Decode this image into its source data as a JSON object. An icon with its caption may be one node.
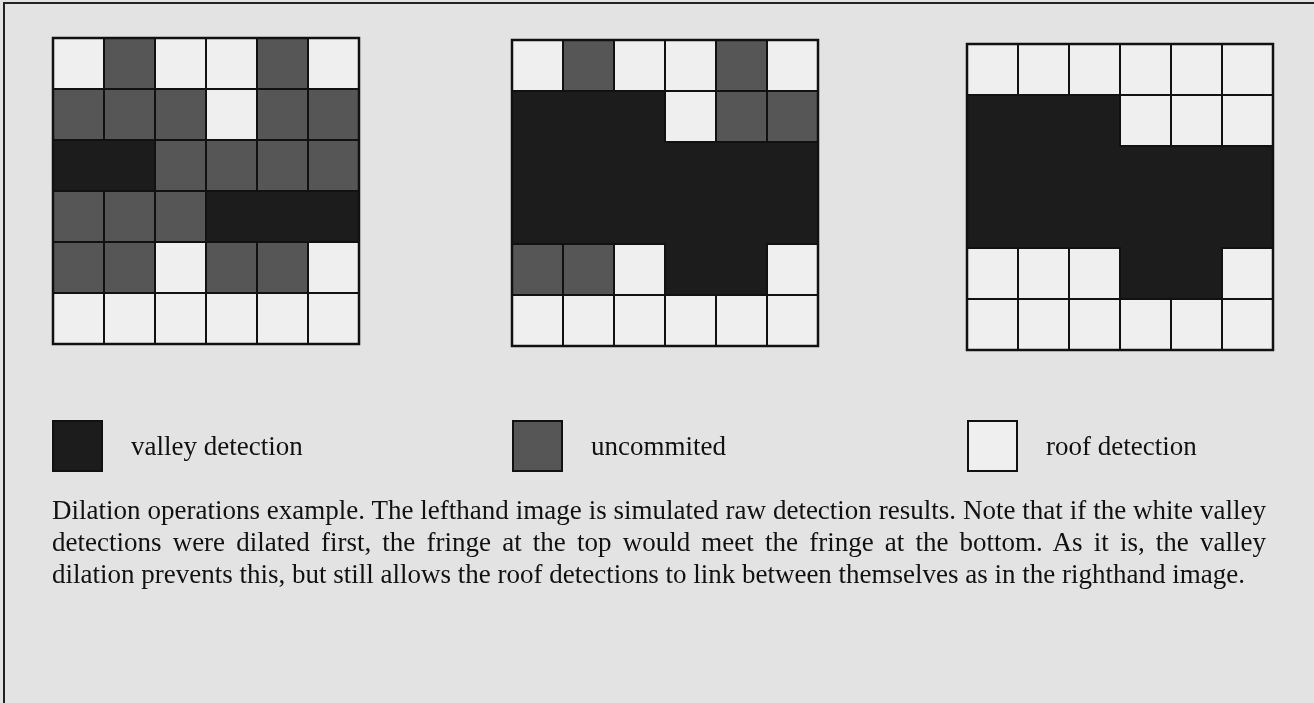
{
  "diagram": {
    "caption": "Dilation operations example. The lefthand image is simulated raw detection results. Note that if the white valley detections were dilated first, the fringe at the top would meet the fringe at the bottom. As it is, the valley dilation prevents this, but still allows the roof detections to link between themselves as in the righthand image.",
    "legend": [
      {
        "text": "valley detection",
        "color": "#1c1c1c"
      },
      {
        "text": "uncommited",
        "color": "#565656"
      },
      {
        "text": "roof detection",
        "color": "#efefef"
      }
    ]
  }
}
